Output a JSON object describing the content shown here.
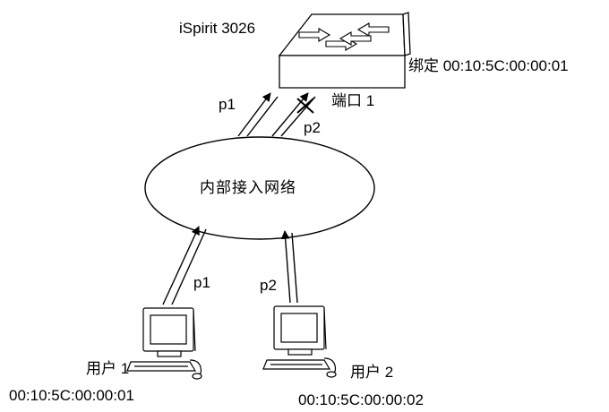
{
  "switch": {
    "model": "iSpirit 3026",
    "binding": "绑定 00:10:5C:00:00:01",
    "port": "端口 1"
  },
  "network": {
    "label": "内部接入网络"
  },
  "links": {
    "upper_p1": "p1",
    "upper_p2": "p2",
    "lower_p1": "p1",
    "lower_p2": "p2"
  },
  "users": [
    {
      "name": "用户 1",
      "mac": "00:10:5C:00:00:01"
    },
    {
      "name": "用户 2",
      "mac": "00:10:5C:00:00:02"
    }
  ],
  "colors": {
    "line": "#000000",
    "background": "#ffffff"
  }
}
